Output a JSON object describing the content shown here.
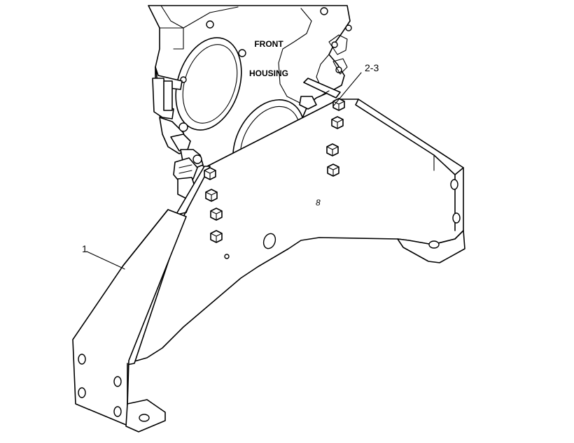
{
  "diagram": {
    "housing_label_line1": "FRONT",
    "housing_label_line2": "HOUSING",
    "callout_right": "2-3",
    "callout_left": "1",
    "part_mark": "8"
  }
}
